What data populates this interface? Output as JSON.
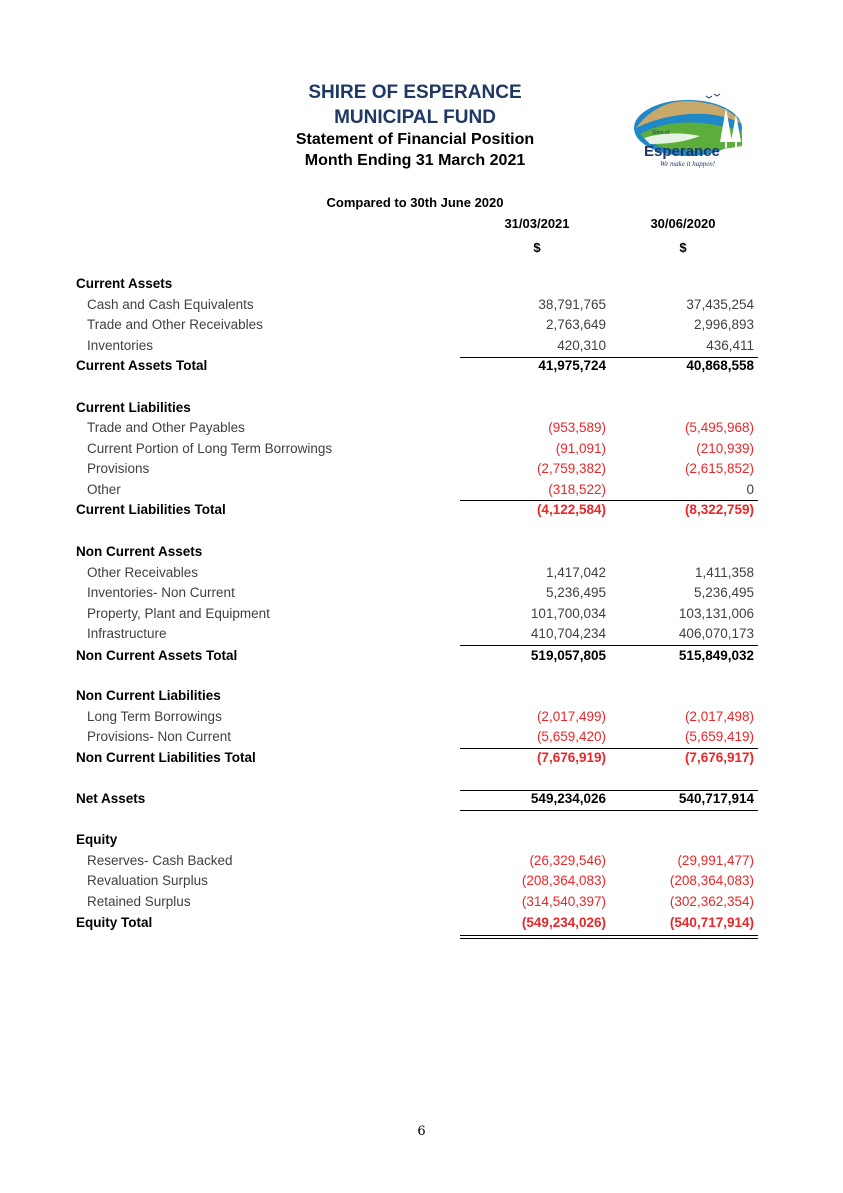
{
  "header": {
    "line1": "SHIRE OF ESPERANCE",
    "line2": "MUNICIPAL FUND",
    "line3": "Statement of Financial Position",
    "line4": "Month Ending 31 March 2021",
    "compared": "Compared to 30th June 2020",
    "col1_date": "31/03/2021",
    "col2_date": "30/06/2020",
    "col1_unit": "$",
    "col2_unit": "$"
  },
  "logo": {
    "top_text": "Shire of",
    "name": "Esperance",
    "tagline": "We make it happen!",
    "colors": {
      "navy": "#1F3864",
      "blue": "#1E88C8",
      "green": "#5BAE3C",
      "sand": "#C8A96A"
    }
  },
  "rows": [
    {
      "label": "Current Assets",
      "type": "heading"
    },
    {
      "label": "Cash and Cash Equivalents",
      "type": "item",
      "v1": "38,791,765",
      "v2": "37,435,254"
    },
    {
      "label": "Trade and Other Receivables",
      "type": "item",
      "v1": "2,763,649",
      "v2": "2,996,893"
    },
    {
      "label": "Inventories",
      "type": "item",
      "v1": "420,310",
      "v2": "436,411"
    },
    {
      "label": "Current Assets Total",
      "type": "total",
      "v1": "41,975,724",
      "v2": "40,868,558"
    },
    {
      "label": "Current Liabilities",
      "type": "heading"
    },
    {
      "label": "Trade and Other Payables",
      "type": "item",
      "v1": "(953,589)",
      "v2": "(5,495,968)"
    },
    {
      "label": "Current Portion of Long Term Borrowings",
      "type": "item",
      "v1": "(91,091)",
      "v2": "(210,939)"
    },
    {
      "label": "Provisions",
      "type": "item",
      "v1": "(2,759,382)",
      "v2": "(2,615,852)"
    },
    {
      "label": "Other",
      "type": "item",
      "v1": "(318,522)",
      "v2": "0"
    },
    {
      "label": "Current Liabilities Total",
      "type": "total",
      "v1": "(4,122,584)",
      "v2": "(8,322,759)"
    },
    {
      "label": "Non Current Assets",
      "type": "heading"
    },
    {
      "label": "Other Receivables",
      "type": "item",
      "v1": "1,417,042",
      "v2": "1,411,358"
    },
    {
      "label": "Inventories- Non Current",
      "type": "item",
      "v1": "5,236,495",
      "v2": "5,236,495"
    },
    {
      "label": "Property, Plant and Equipment",
      "type": "item",
      "v1": "101,700,034",
      "v2": "103,131,006"
    },
    {
      "label": "Infrastructure",
      "type": "item",
      "v1": "410,704,234",
      "v2": "406,070,173"
    },
    {
      "label": "Non Current Assets Total",
      "type": "total",
      "v1": "519,057,805",
      "v2": "515,849,032"
    },
    {
      "label": "Non Current Liabilities",
      "type": "heading"
    },
    {
      "label": "Long Term Borrowings",
      "type": "item",
      "v1": "(2,017,499)",
      "v2": "(2,017,498)"
    },
    {
      "label": "Provisions- Non Current",
      "type": "item",
      "v1": "(5,659,420)",
      "v2": "(5,659,419)"
    },
    {
      "label": "Non Current Liabilities Total",
      "type": "total",
      "v1": "(7,676,919)",
      "v2": "(7,676,917)"
    },
    {
      "label": "Net Assets",
      "type": "total",
      "v1": "549,234,026",
      "v2": "540,717,914"
    },
    {
      "label": "Equity",
      "type": "heading"
    },
    {
      "label": "Reserves- Cash Backed",
      "type": "item",
      "v1": "(26,329,546)",
      "v2": "(29,991,477)"
    },
    {
      "label": "Revaluation Surplus",
      "type": "item",
      "v1": "(208,364,083)",
      "v2": "(208,364,083)"
    },
    {
      "label": "Retained Surplus",
      "type": "item",
      "v1": "(314,540,397)",
      "v2": "(302,362,354)"
    },
    {
      "label": "Equity Total",
      "type": "total",
      "v1": "(549,234,026)",
      "v2": "(540,717,914)"
    }
  ],
  "page_number": "6"
}
